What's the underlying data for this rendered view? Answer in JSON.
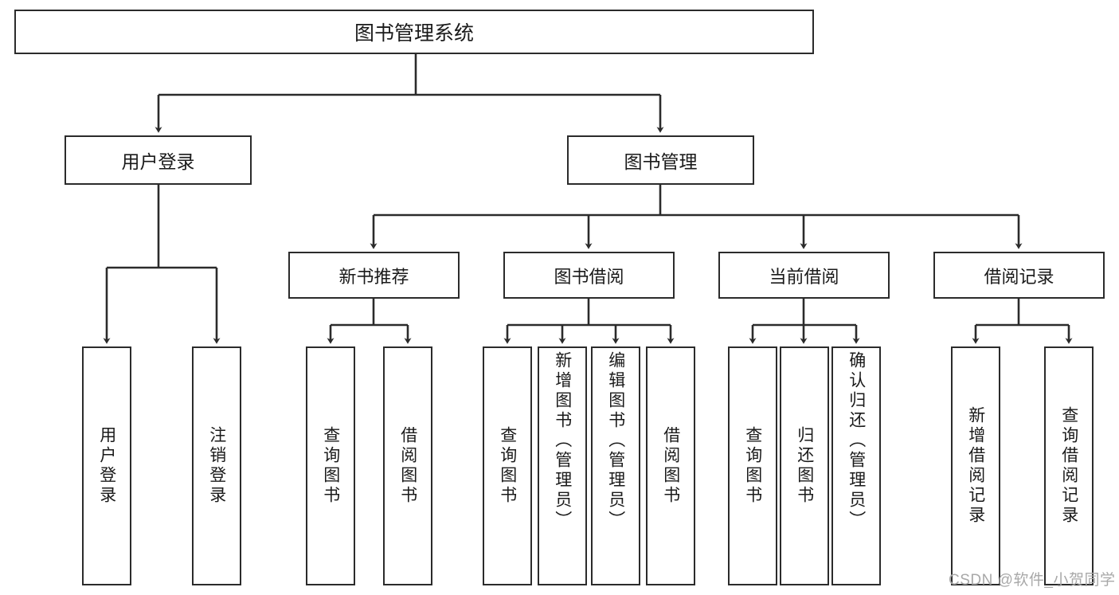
{
  "diagram": {
    "title": "图书管理系统",
    "type": "tree-hierarchy-chart",
    "root": {
      "label": "图书管理系统"
    },
    "level2": [
      {
        "label": "用户登录"
      },
      {
        "label": "图书管理"
      }
    ],
    "level3": [
      {
        "label": "新书推荐"
      },
      {
        "label": "图书借阅"
      },
      {
        "label": "当前借阅"
      },
      {
        "label": "借阅记录"
      }
    ],
    "leaves": {
      "user_login": [
        {
          "label": "用户登录"
        },
        {
          "label": "注销登录"
        }
      ],
      "new_book_recommend": [
        {
          "label": "查询图书"
        },
        {
          "label": "借阅图书"
        }
      ],
      "book_borrow": [
        {
          "label": "查询图书"
        },
        {
          "label": "新增图书（管理员）"
        },
        {
          "label": "编辑图书（管理员）"
        },
        {
          "label": "借阅图书"
        }
      ],
      "current_borrow": [
        {
          "label": "查询图书"
        },
        {
          "label": "归还图书"
        },
        {
          "label": "确认归还（管理员）"
        }
      ],
      "borrow_record": [
        {
          "label": "新增借阅记录"
        },
        {
          "label": "查询借阅记录"
        }
      ]
    },
    "watermark": "CSDN @软件_小贺同学",
    "colors": {
      "stroke": "#2b2b2b",
      "fill": "#ffffff",
      "text": "#1a1a1a",
      "watermark": "#a8a8a8"
    }
  }
}
